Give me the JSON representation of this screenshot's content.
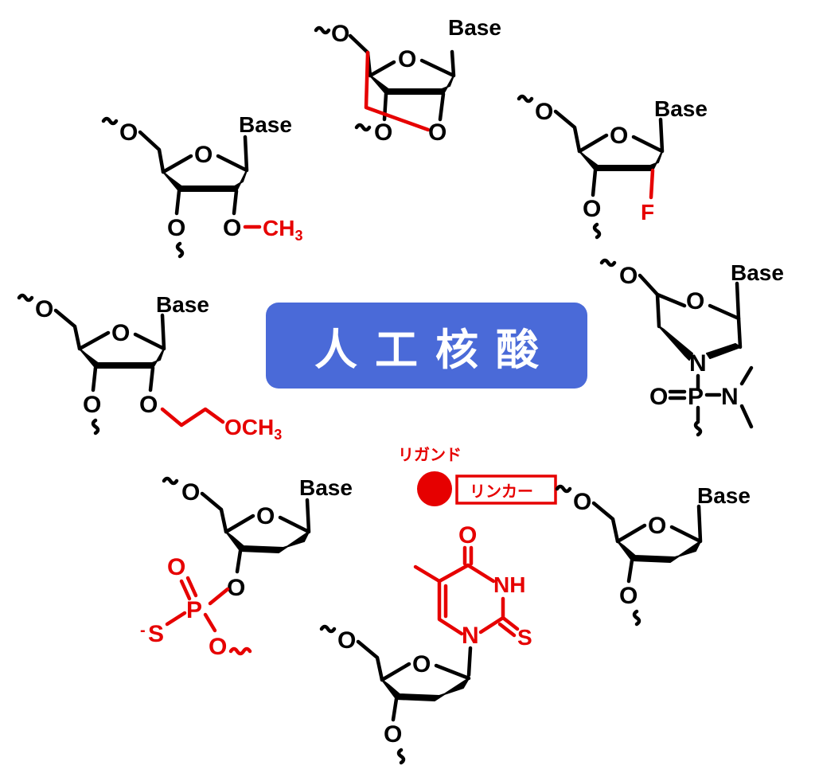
{
  "title": "人工核酸",
  "labels": {
    "base": "Base",
    "o": "O",
    "n": "N",
    "p": "P",
    "s": "S",
    "f": "F",
    "nh": "NH",
    "ch3": "CH",
    "och3": "OCH",
    "sub3": "3",
    "neg_s": "-",
    "ligand": "リガンド",
    "linker": "リンカー"
  },
  "colors": {
    "accent": "#4a6ad8",
    "highlight": "#e60000",
    "ink": "#000000"
  }
}
